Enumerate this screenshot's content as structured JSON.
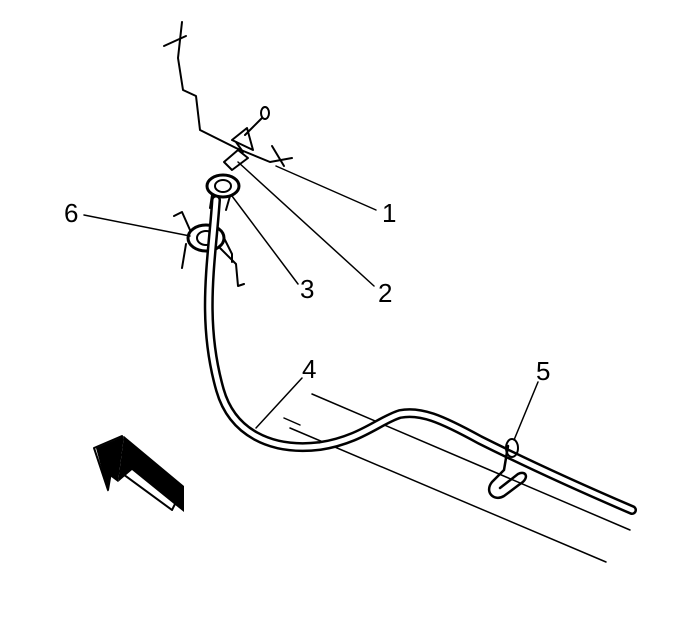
{
  "diagram": {
    "callouts": [
      {
        "id": "1",
        "label": "1"
      },
      {
        "id": "2",
        "label": "2"
      },
      {
        "id": "3",
        "label": "3"
      },
      {
        "id": "4",
        "label": "4"
      },
      {
        "id": "5",
        "label": "5"
      },
      {
        "id": "6",
        "label": "6"
      }
    ],
    "direction_arrow": {
      "icon": "arrow-left-icon"
    },
    "colors": {
      "ink": "#000000",
      "background": "#ffffff"
    }
  }
}
